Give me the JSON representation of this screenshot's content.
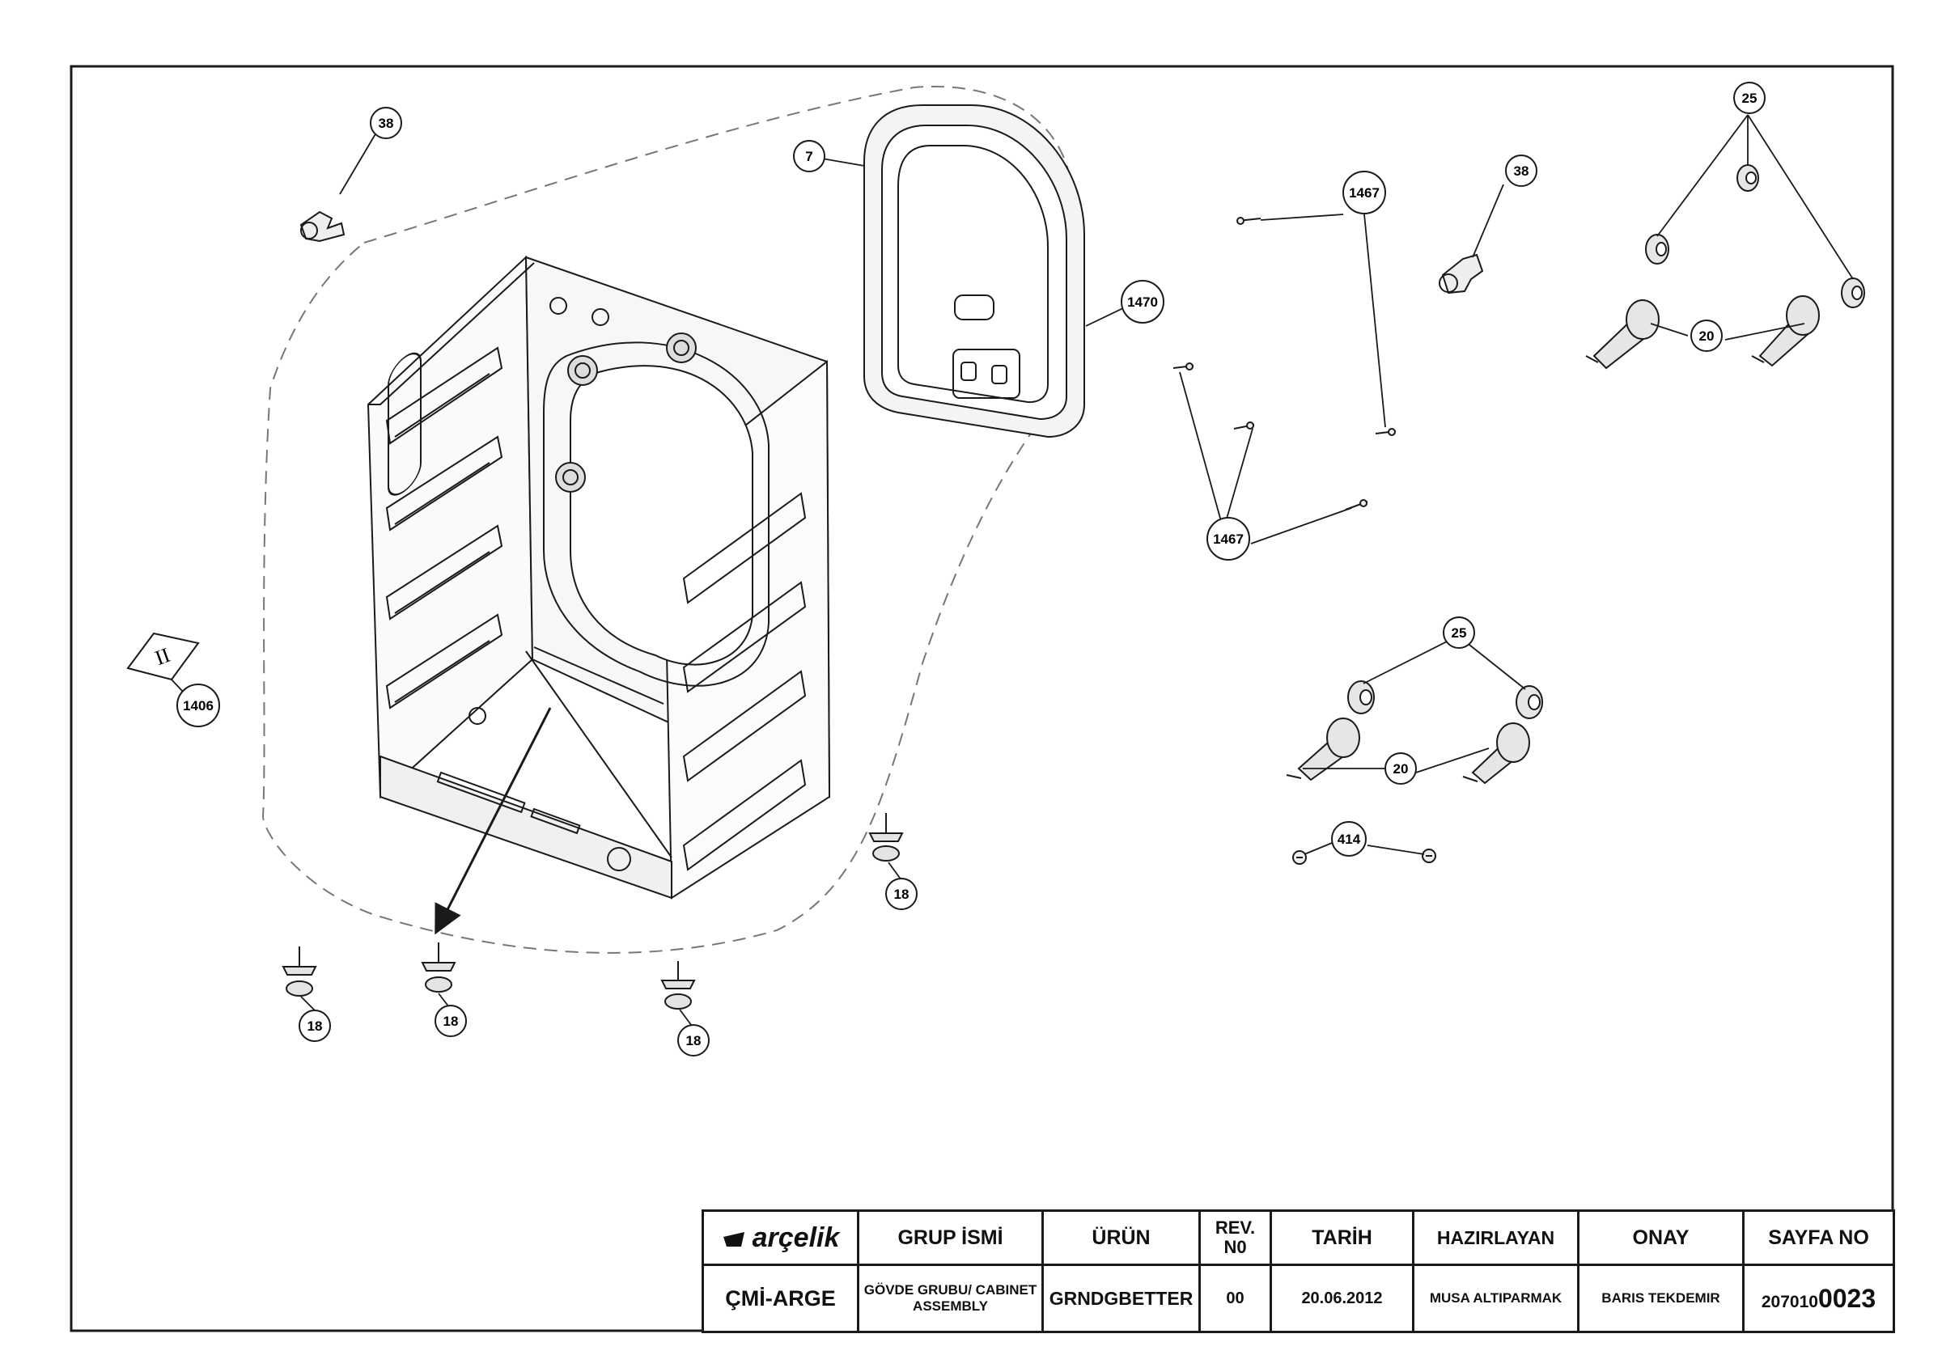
{
  "callouts": {
    "c38a": "38",
    "c38b": "38",
    "c7": "7",
    "c1470": "1470",
    "c1467a": "1467",
    "c1467b": "1467",
    "c25a": "25",
    "c25b": "25",
    "c20a": "20",
    "c20b": "20",
    "c414": "414",
    "c1406": "1406",
    "c18a": "18",
    "c18b": "18",
    "c18c": "18",
    "c18d": "18"
  },
  "label_box_mark": "II",
  "title_block": {
    "logo_text": "arçelik",
    "headers": {
      "group": "GRUP İSMİ",
      "product": "ÜRÜN",
      "rev": "REV. N0",
      "date": "TARİH",
      "prepared": "HAZIRLAYAN",
      "approved": "ONAY",
      "page": "SAYFA NO"
    },
    "values": {
      "department": "ÇMİ-ARGE",
      "group": "GÖVDE GRUBU/ CABINET ASSEMBLY",
      "product": "GRNDGBETTER",
      "rev": "00",
      "date": "20.06.2012",
      "prepared": "MUSA ALTIPARMAK",
      "approved": "BARIS TEKDEMIR",
      "page_prefix": "207010",
      "page_suffix": "0023"
    }
  },
  "colors": {
    "line": "#1a1a1a",
    "part_fill": "#f2f2f2",
    "dashed": "#777777"
  }
}
